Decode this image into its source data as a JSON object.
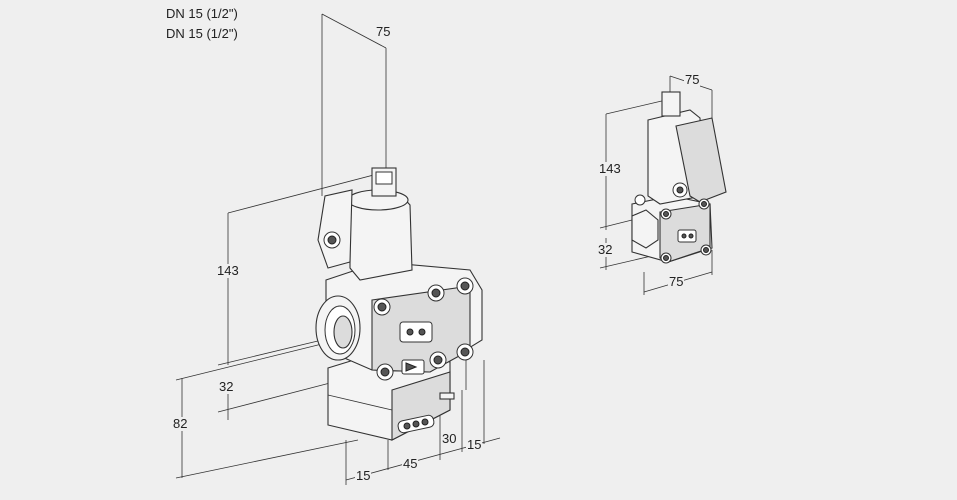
{
  "labels": {
    "line1": "DN 15 (1/2\")",
    "line2": "DN 15 (1/2\")"
  },
  "main_view": {
    "dim_width_top": "75",
    "dim_height_upper": "143",
    "dim_height_mid": "32",
    "dim_height_total": "82",
    "dim_bottom_left": "15",
    "dim_bottom_mid": "45",
    "dim_bottom_right1": "30",
    "dim_bottom_right2": "15"
  },
  "small_view": {
    "dim_width_top": "75",
    "dim_height_upper": "143",
    "dim_height_lower": "32",
    "dim_width_bottom": "75"
  },
  "colors": {
    "background": "#efefef",
    "line": "#333333"
  }
}
